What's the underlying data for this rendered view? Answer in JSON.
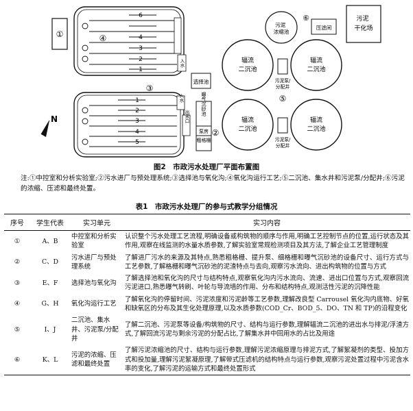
{
  "diagram": {
    "numbers": {
      "n1": "①",
      "n2": "②",
      "n3": "③",
      "n4": "④",
      "n5": "⑤",
      "n6": "⑥"
    },
    "north_label": "N",
    "channels_top": [
      "6",
      "4",
      "3",
      "2",
      "1"
    ],
    "channels_bottom": [
      "1",
      "2",
      "3",
      "4",
      "5"
    ],
    "selection_pool": "选择池",
    "vertical_labels": {
      "inlet_top": "入水",
      "inlet_mid": "入水",
      "outlet": "出水口",
      "aerated_grit": "曝气沉砂池",
      "pump_room": "泵房",
      "coarse_screen": "粗格栅"
    },
    "sludge_thickening": "污泥浓缩池",
    "filter_press": "压滤间",
    "sludge_drying": "污泥干化场",
    "clarifier_label": "辐流二沉池",
    "pump_distribution": "污泥泵/分配井"
  },
  "figure_caption": "图2　市政污水处理厂平面布置图",
  "note": "注:①中控室和分析实验室;②污水进厂与预处理系统;③选择池与氧化沟;④氧化沟运行工艺;⑤二沉池、集水井和污泥泵/分配井;⑥污泥的浓缩、压滤和最终处置。",
  "table_caption": "表1　市政污水处理厂的参与式教学分组情况",
  "table": {
    "headers": [
      "序号",
      "学生代表",
      "实习单元",
      "实习内容"
    ],
    "rows": [
      {
        "no": "①",
        "rep": "A、B",
        "unit": "中控室和分析实验室",
        "content": "认识整个污水处理工艺流程,明确设备或构筑物的顺序与作用,明确工艺控制节点的位置,运行状态及其作用,观察在线监测的水量水质参数,了解实验室常规检测项目及其方法,了解企业工艺管理制度"
      },
      {
        "no": "②",
        "rep": "C、D",
        "unit": "污水进厂与预处理系统",
        "content": "了解进厂污水的来源及其特点,熟悉粗格栅、提升泵、细格栅和曝气沉砂池的设备尺寸、运行方式与工艺参数,了解格栅和曝气沉砂池的泥渣特点与去向,观察污水流向、进出构筑物的位置与方式"
      },
      {
        "no": "③",
        "rep": "E、F",
        "unit": "选择池与氧化沟",
        "content": "了解选择池和氧化沟的尺寸与结构特点,观察氧化沟内污水流向、流速、进出口位置与方式,观察回流污泥进口,熟悉曝气转刷、叶轮与导流墙的作用、分布和结构特点,观测活性污泥的沉降性能"
      },
      {
        "no": "④",
        "rep": "G、H",
        "unit": "氧化沟运行工艺",
        "content": "了解氧化沟的停留时间、污泥浓度和污泥龄等工艺参数,理解改良型 Carrousel 氧化沟内底物、好氧和缺氧区的分布及其生化处理原理,以及水质参数(COD_Cr、BOD_5、DO、TN 和 TP)的沿程变化"
      },
      {
        "no": "⑤",
        "rep": "I、J",
        "unit": "二沉池、集水井、污泥泵/分配井",
        "content": "了解二沉池、污泥泵等设备/构筑物的尺寸、结构与运行参数,理解辐流二沉池的进出水与排泥/浮渣方式,了解回流污泥与剩余污泥的分配占比,了解集水井中回用水的占比及用途"
      },
      {
        "no": "⑥",
        "rep": "K、L",
        "unit": "污泥的浓缩、压滤和最终处置",
        "content": "了解污泥浓缩池的尺寸、结构与运行参数,理解污泥浓缩原理与排泥方式,了解絮凝剂的类型、投加方式和投加量,理解污泥絮凝原理,了解带式压滤机的结构特点与运行参数,观察污泥处置过程中污泥含水率的变化,了解污泥的运输方式和最终处置形式"
      }
    ]
  }
}
